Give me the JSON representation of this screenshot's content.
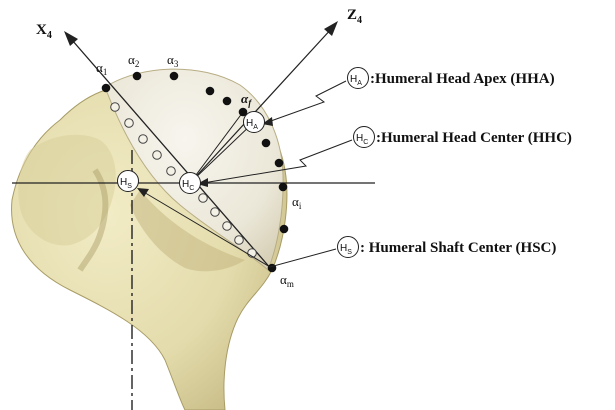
{
  "axes": {
    "x4": {
      "main": "X",
      "sub": "4"
    },
    "z4": {
      "main": "Z",
      "sub": "4"
    }
  },
  "alpha_labels": {
    "a1": {
      "main": "α",
      "sub": "1"
    },
    "a2": {
      "main": "α",
      "sub": "2"
    },
    "a3": {
      "main": "α",
      "sub": "3"
    },
    "af": {
      "main": "α",
      "sub": "f"
    },
    "ai": {
      "main": "α",
      "sub": "i"
    },
    "am": {
      "main": "α",
      "sub": "m"
    }
  },
  "points": {
    "hs": {
      "main": "H",
      "sub": "S"
    },
    "hc": {
      "main": "H",
      "sub": "C"
    },
    "ha": {
      "main": "H",
      "sub": "A"
    }
  },
  "legend": {
    "hha": {
      "symbol_main": "H",
      "symbol_sub": "A",
      "text": ":Humeral Head Apex  (HHA)"
    },
    "hhc": {
      "symbol_main": "H",
      "symbol_sub": "C",
      "text": ":Humeral Head Center  (HHC)"
    },
    "hsc": {
      "symbol_main": "H",
      "symbol_sub": "S",
      "text": ":  Humeral Shaft Center (HSC)"
    }
  },
  "colors": {
    "bone": "#e6dfb4",
    "bone_shadow": "#b9ae78",
    "head": "#f1eee3",
    "line": "#222222"
  }
}
